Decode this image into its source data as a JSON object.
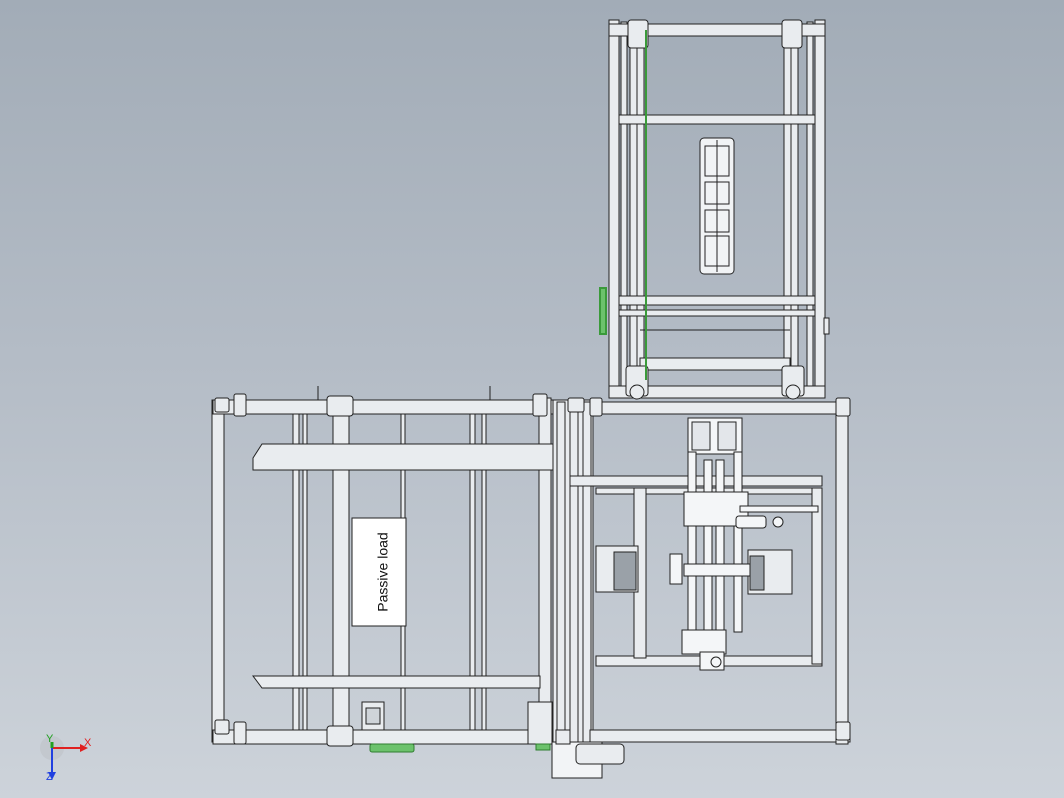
{
  "canvas": {
    "background_top": "#a2acb7",
    "background_bottom": "#cdd3da"
  },
  "colors": {
    "frame_stroke": "#222222",
    "frame_fill": "#e9ecef",
    "accent_green": "#3a9a3a",
    "axis_x": "#e02020",
    "axis_y": "#20a020",
    "axis_z": "#2040e0"
  },
  "drawing": {
    "load_label": "Passive load",
    "view_description_icon": "cad-assembly-top-view"
  },
  "triad": {
    "x_label": "X",
    "y_label": "Y",
    "z_label": "Z"
  }
}
